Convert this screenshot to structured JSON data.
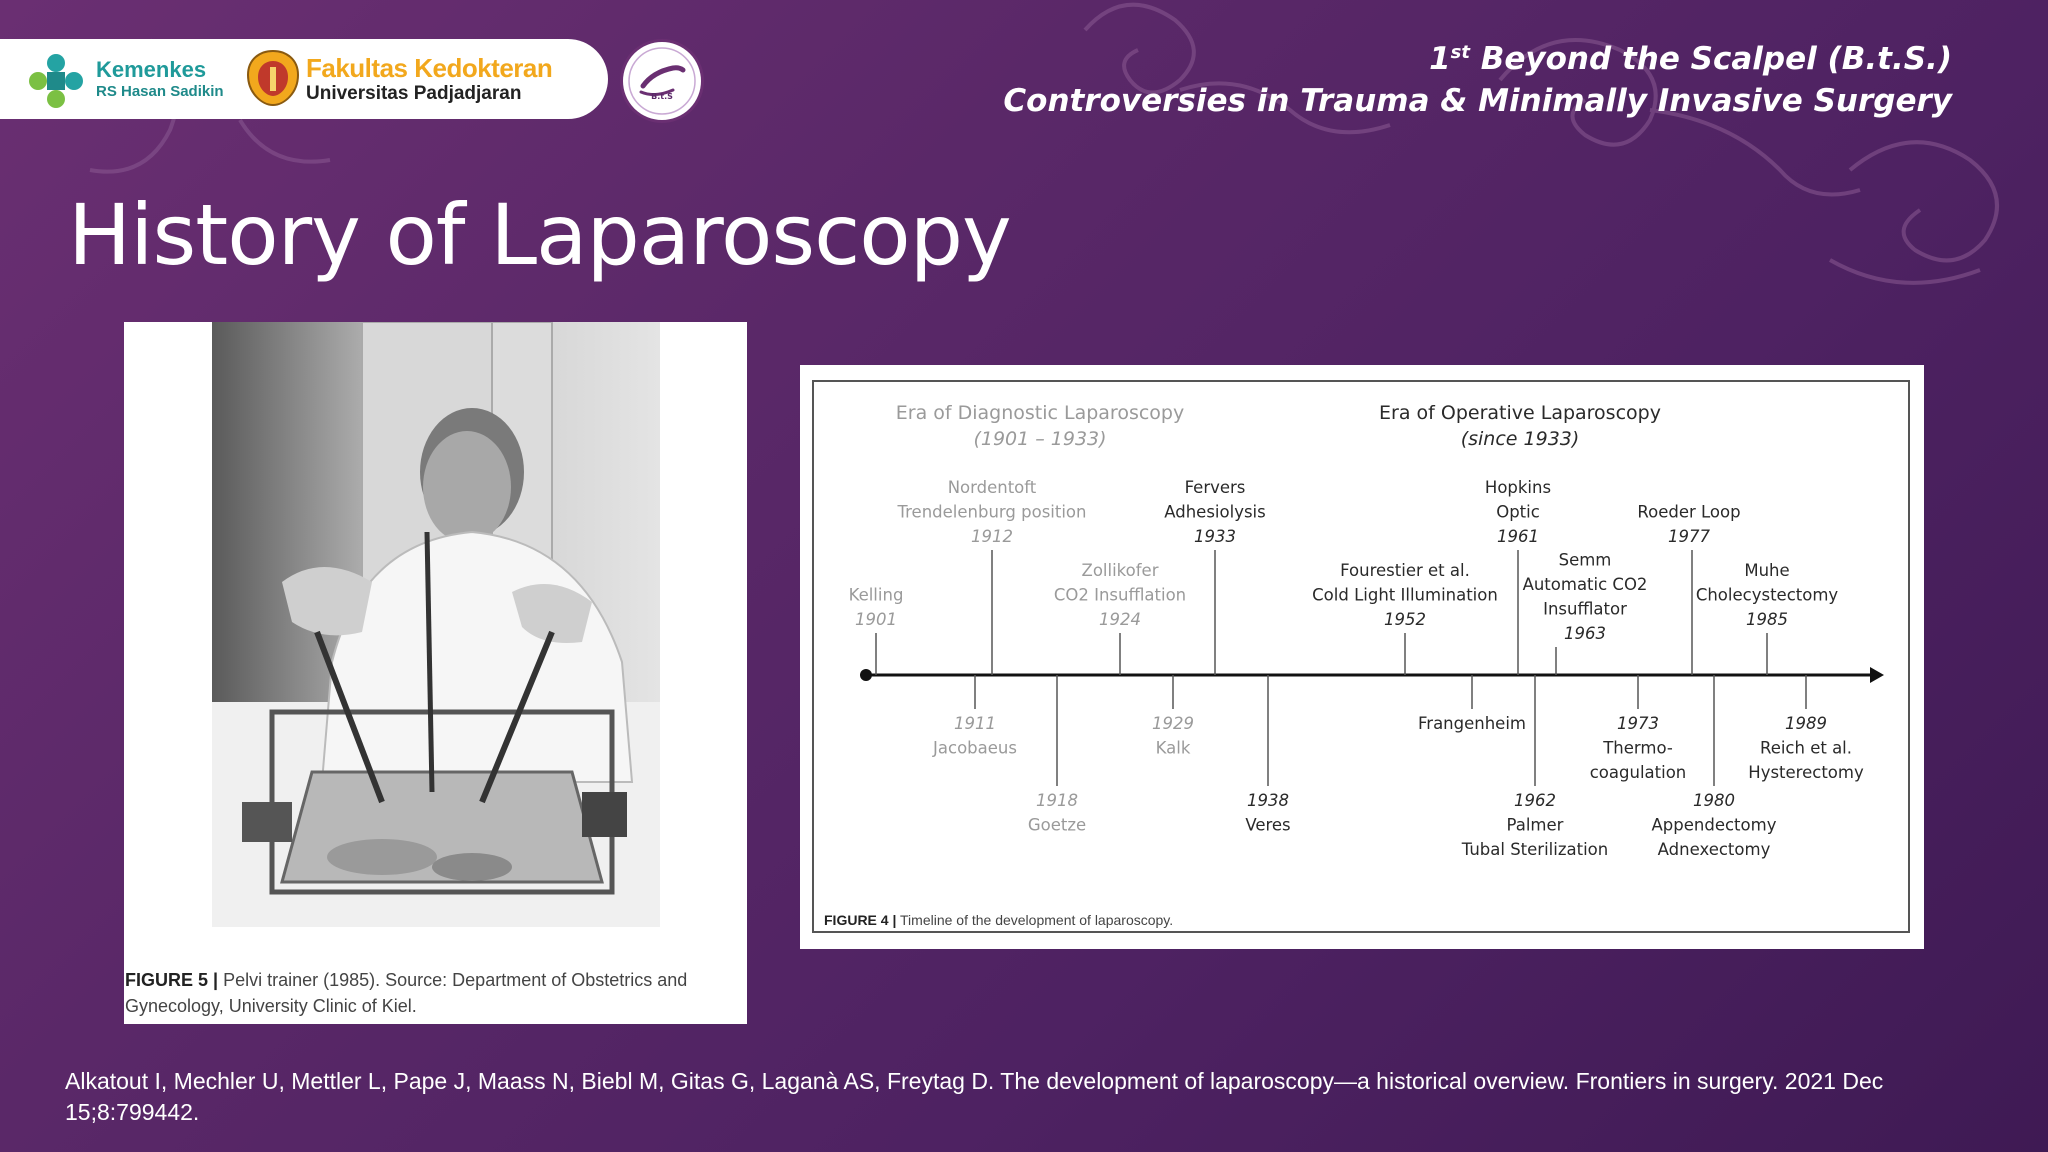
{
  "header": {
    "kemenkes_name": "Kemenkes",
    "kemenkes_sub": "RS Hasan Sadikin",
    "faculty_name": "Fakultas Kedokteran",
    "faculty_sub": "Universitas Padjadjaran",
    "bts_logo_text": "B.t.S",
    "event_ordinal": "1",
    "event_ordinal_suffix": "st",
    "event_name": " Beyond the Scalpel (B.t.S.)",
    "event_subtitle": "Controversies in Trauma & Minimally Invasive Surgery"
  },
  "title": "History of Laparoscopy",
  "figure5": {
    "label": "FIGURE 5 |",
    "caption": " Pelvi trainer (1985). Source: Department of Obstetrics and Gynecology, University Clinic of Kiel."
  },
  "figure4": {
    "label": "FIGURE 4 |",
    "caption": " Timeline of the development of laparoscopy.",
    "eras": [
      {
        "name": "Era of Diagnostic Laparoscopy",
        "range": "(1901 – 1933)"
      },
      {
        "name": "Era of Operative Laparoscopy",
        "range": "(since 1933)"
      }
    ],
    "events_above": [
      {
        "lines": [
          "Kelling"
        ],
        "year": "1901",
        "style": "gray"
      },
      {
        "lines": [
          "Nordentoft",
          "Trendelenburg position"
        ],
        "year": "1912",
        "style": "gray"
      },
      {
        "lines": [
          "Zollikofer",
          "CO2 Insufflation"
        ],
        "year": "1924",
        "style": "gray"
      },
      {
        "lines": [
          "Fervers",
          "Adhesiolysis"
        ],
        "year": "1933",
        "style": "dark"
      },
      {
        "lines": [
          "Fourestier et al.",
          "Cold Light Illumination"
        ],
        "year": "1952",
        "style": "dark"
      },
      {
        "lines": [
          "Hopkins",
          "Optic"
        ],
        "year": "1961",
        "style": "dark"
      },
      {
        "lines": [
          "Semm",
          "Automatic CO2",
          "Insufflator"
        ],
        "year": "1963",
        "style": "dark"
      },
      {
        "lines": [
          "Roeder Loop"
        ],
        "year": "1977",
        "style": "dark"
      },
      {
        "lines": [
          "Muhe",
          "Cholecystectomy"
        ],
        "year": "1985",
        "style": "dark"
      }
    ],
    "events_below": [
      {
        "year": "1911",
        "lines": [
          "Jacobaeus"
        ],
        "style": "gray"
      },
      {
        "year": "1918",
        "lines": [
          "Goetze"
        ],
        "style": "gray"
      },
      {
        "year": "1929",
        "lines": [
          "Kalk"
        ],
        "style": "gray"
      },
      {
        "year": "1938",
        "lines": [
          "Veres"
        ],
        "style": "dark"
      },
      {
        "year": "",
        "lines": [
          "Frangenheim"
        ],
        "style": "dark"
      },
      {
        "year": "1962",
        "lines": [
          "Palmer",
          "Tubal Sterilization"
        ],
        "style": "dark"
      },
      {
        "year": "1973",
        "lines": [
          "Thermo-",
          "coagulation"
        ],
        "style": "dark"
      },
      {
        "year": "1980",
        "lines": [
          "Appendectomy",
          "Adnexectomy"
        ],
        "style": "dark"
      },
      {
        "year": "1989",
        "lines": [
          "Reich et al.",
          "Hysterectomy"
        ],
        "style": "dark"
      }
    ]
  },
  "citation": "Alkatout I, Mechler U, Mettler L, Pape J, Maass N, Biebl M, Gitas G, Laganà AS, Freytag D. The development of laparoscopy—a historical overview. Frontiers in surgery. 2021 Dec 15;8:799442.",
  "colors": {
    "background": "#5a2868",
    "kemenkes_teal": "#1f9a9a",
    "faculty_gold": "#f2a81d"
  }
}
